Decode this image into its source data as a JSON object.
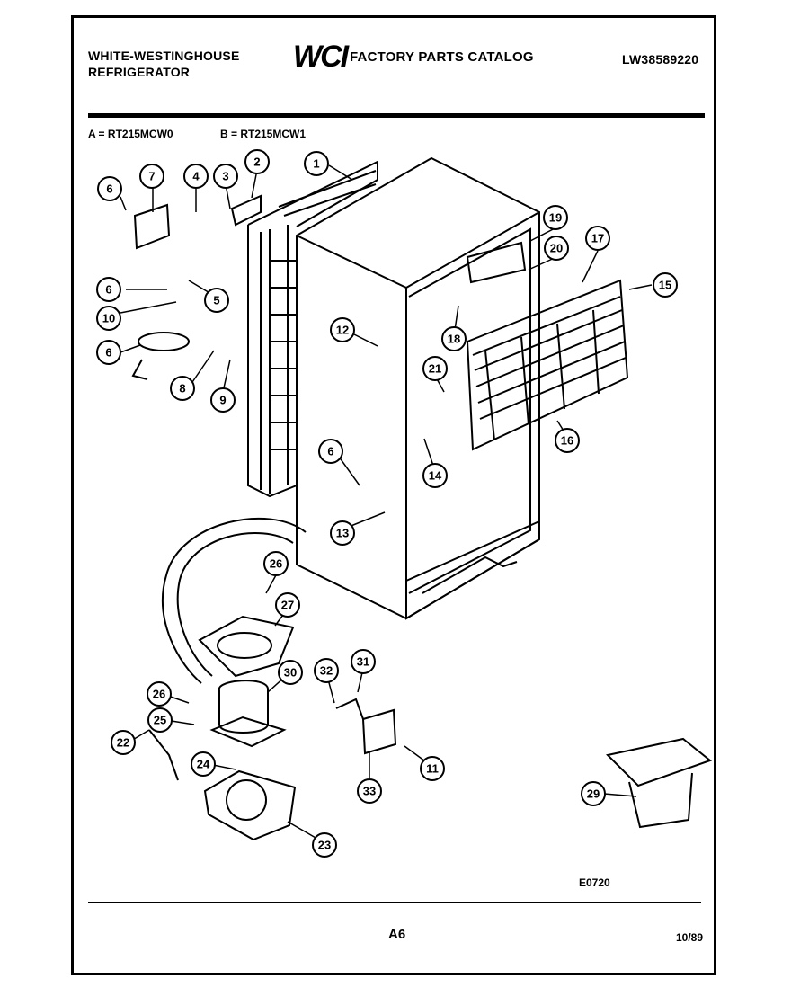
{
  "header": {
    "brand_line1": "WHITE-WESTINGHOUSE",
    "brand_line2": "REFRIGERATOR",
    "logo": "WCI",
    "catalog_title": "FACTORY PARTS CATALOG",
    "part_number": "LW38589220"
  },
  "models": {
    "a": "A = RT215MCW0",
    "b": "B = RT215MCW1"
  },
  "callouts": [
    "6",
    "7",
    "4",
    "3",
    "2",
    "1",
    "19",
    "20",
    "17",
    "15",
    "6",
    "5",
    "10",
    "6",
    "8",
    "9",
    "12",
    "18",
    "21",
    "16",
    "14",
    "6",
    "13",
    "26",
    "27",
    "30",
    "32",
    "31",
    "26",
    "25",
    "22",
    "24",
    "11",
    "33",
    "23",
    "29"
  ],
  "footer": {
    "drawing_code": "E0720",
    "page": "A6",
    "date": "10/89"
  }
}
